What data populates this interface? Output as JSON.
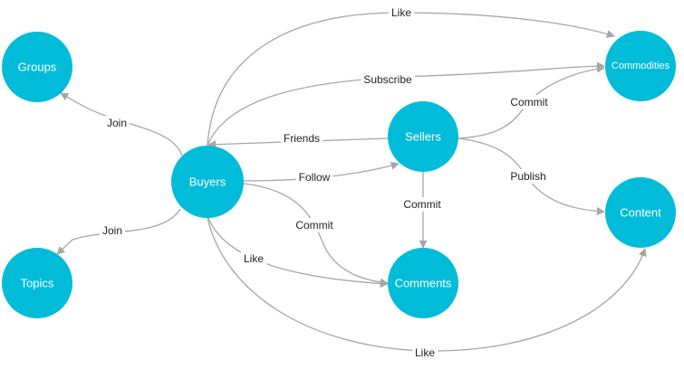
{
  "colors": {
    "node_fill": "#00bcd9",
    "edge_stroke": "#a6a6a6",
    "node_text": "#ffffff",
    "edge_text": "#222222"
  },
  "nodes": [
    {
      "id": "groups",
      "label": "Groups"
    },
    {
      "id": "topics",
      "label": "Topics"
    },
    {
      "id": "buyers",
      "label": "Buyers"
    },
    {
      "id": "sellers",
      "label": "Sellers"
    },
    {
      "id": "comments",
      "label": "Comments"
    },
    {
      "id": "commodities",
      "label": "Commodities"
    },
    {
      "id": "content",
      "label": "Content"
    }
  ],
  "edges": [
    {
      "id": "buyers-groups-join",
      "from": "buyers",
      "to": "groups",
      "label": "Join"
    },
    {
      "id": "buyers-topics-join",
      "from": "buyers",
      "to": "topics",
      "label": "Join"
    },
    {
      "id": "buyers-commodities-like",
      "from": "buyers",
      "to": "commodities",
      "label": "Like"
    },
    {
      "id": "buyers-commodities-subscribe",
      "from": "buyers",
      "to": "commodities",
      "label": "Subscribe"
    },
    {
      "id": "sellers-buyers-friends",
      "from": "sellers",
      "to": "buyers",
      "label": "Friends"
    },
    {
      "id": "buyers-sellers-follow",
      "from": "buyers",
      "to": "sellers",
      "label": "Follow"
    },
    {
      "id": "buyers-comments-commit",
      "from": "buyers",
      "to": "comments",
      "label": "Commit"
    },
    {
      "id": "buyers-comments-like",
      "from": "buyers",
      "to": "comments",
      "label": "Like"
    },
    {
      "id": "buyers-content-like",
      "from": "buyers",
      "to": "content",
      "label": "Like"
    },
    {
      "id": "sellers-comments-commit",
      "from": "sellers",
      "to": "comments",
      "label": "Commit"
    },
    {
      "id": "sellers-commodities-commit",
      "from": "sellers",
      "to": "commodities",
      "label": "Commit"
    },
    {
      "id": "sellers-content-publish",
      "from": "sellers",
      "to": "content",
      "label": "Publish"
    }
  ]
}
